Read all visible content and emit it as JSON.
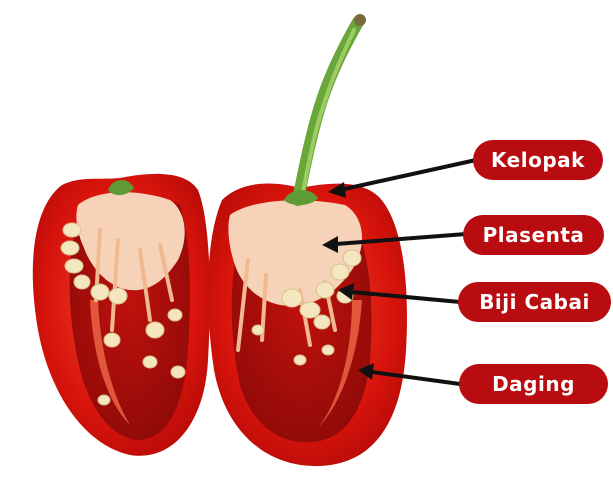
{
  "colors": {
    "label_fill": "#b80c10",
    "label_text": "#ffffff",
    "pointer": "#111111",
    "flesh_outer": "#d8140c",
    "flesh_inner": "#e83a24",
    "placenta": "#f6d3b8",
    "seed": "#f4e7bf",
    "stem": "#6aa73a",
    "cavity": "#a50d0a"
  },
  "labels": {
    "kelopak": "Kelopak",
    "plasenta": "Plasenta",
    "biji_cabai": "Biji Cabai",
    "daging": "Daging"
  }
}
